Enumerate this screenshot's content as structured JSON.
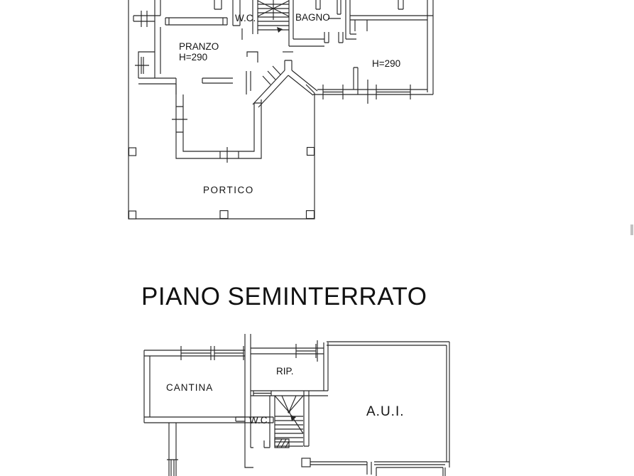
{
  "document": {
    "kind": "architectural floor plan drawing (scanned)",
    "background_color": "#ffffff",
    "ink_color": "#262626",
    "artifact_color": "#8f8f8f"
  },
  "upper_plan": {
    "labels": {
      "pranzo": "PRANZO",
      "pranzo_height": "H=290",
      "wc": "W.C.",
      "bagno": "BAGNO",
      "right_room_height": "H=290",
      "portico": "PORTICO"
    }
  },
  "section_title": "PIANO SEMINTERRATO",
  "lower_plan": {
    "labels": {
      "cantina": "CANTINA",
      "rip": "RIP.",
      "wc": "W.C.",
      "aui": "A.U.I."
    }
  }
}
